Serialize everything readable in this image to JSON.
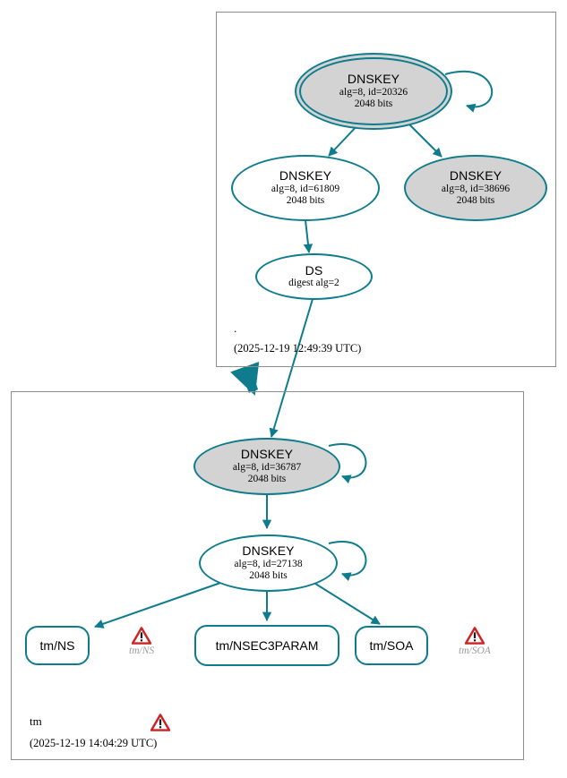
{
  "diagram": {
    "type": "dnssec-authentication-chain",
    "accent_color": "#0e7c8c",
    "node_fill_secure": "#d3d3d3",
    "node_fill_plain": "#ffffff",
    "zone_border_color": "#8d8d8d",
    "warning_color": "#cc2222",
    "warning_label_color": "#9a9a9a"
  },
  "zones": [
    {
      "id": "root",
      "label": ".",
      "timestamp": "(2025-12-19 12:49:39 UTC)"
    },
    {
      "id": "tm",
      "label": "tm",
      "timestamp": "(2025-12-19 14:04:29 UTC)"
    }
  ],
  "nodes": {
    "root_ksk": {
      "title": "DNSKEY",
      "line2": "alg=8, id=20326",
      "line3": "2048 bits",
      "trust_anchor": true,
      "secure": true
    },
    "root_zsk": {
      "title": "DNSKEY",
      "line2": "alg=8, id=61809",
      "line3": "2048 bits",
      "trust_anchor": false,
      "secure": false
    },
    "root_key3": {
      "title": "DNSKEY",
      "line2": "alg=8, id=38696",
      "line3": "2048 bits",
      "trust_anchor": false,
      "secure": true
    },
    "root_ds": {
      "title": "DS",
      "line2": "digest alg=2",
      "line3": "",
      "trust_anchor": false,
      "secure": false
    },
    "tm_ksk": {
      "title": "DNSKEY",
      "line2": "alg=8, id=36787",
      "line3": "2048 bits",
      "trust_anchor": false,
      "secure": true
    },
    "tm_zsk": {
      "title": "DNSKEY",
      "line2": "alg=8, id=27138",
      "line3": "2048 bits",
      "trust_anchor": false,
      "secure": false
    }
  },
  "records": [
    {
      "id": "tm_ns",
      "label": "tm/NS"
    },
    {
      "id": "tm_nsec3param",
      "label": "tm/NSEC3PARAM"
    },
    {
      "id": "tm_soa",
      "label": "tm/SOA"
    }
  ],
  "warnings": [
    {
      "id": "warn_ns",
      "label": "tm/NS",
      "icon": "warning-triangle-icon"
    },
    {
      "id": "warn_soa",
      "label": "tm/SOA",
      "icon": "warning-triangle-icon"
    },
    {
      "id": "warn_zone_tm",
      "label": "",
      "icon": "warning-triangle-icon"
    }
  ]
}
